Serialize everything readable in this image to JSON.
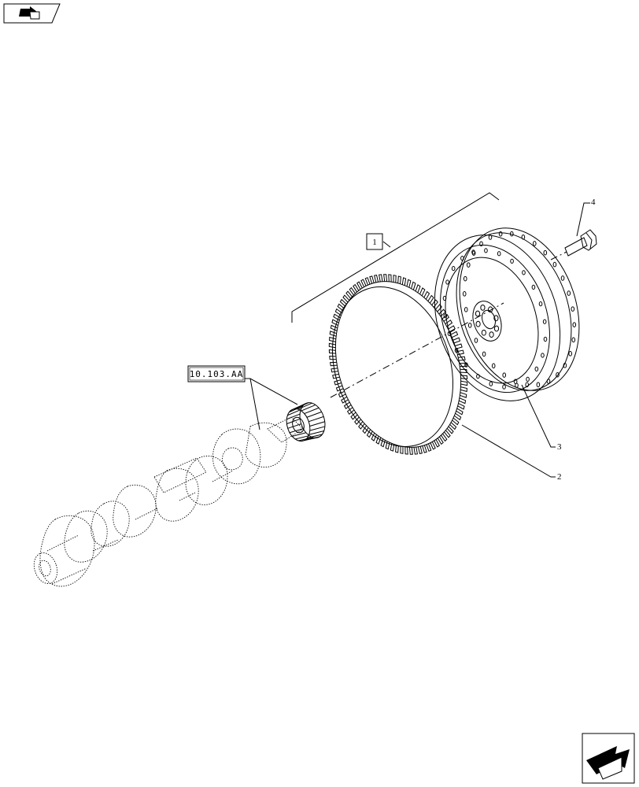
{
  "callouts": {
    "assembly": "1",
    "ring_gear": "2",
    "flywheel": "3",
    "bolt": "4",
    "crankshaft_ref": "10.103.AA"
  },
  "icons": {
    "top_left": "previous-page-arrow-icon",
    "bottom_right": "next-page-arrow-icon"
  }
}
